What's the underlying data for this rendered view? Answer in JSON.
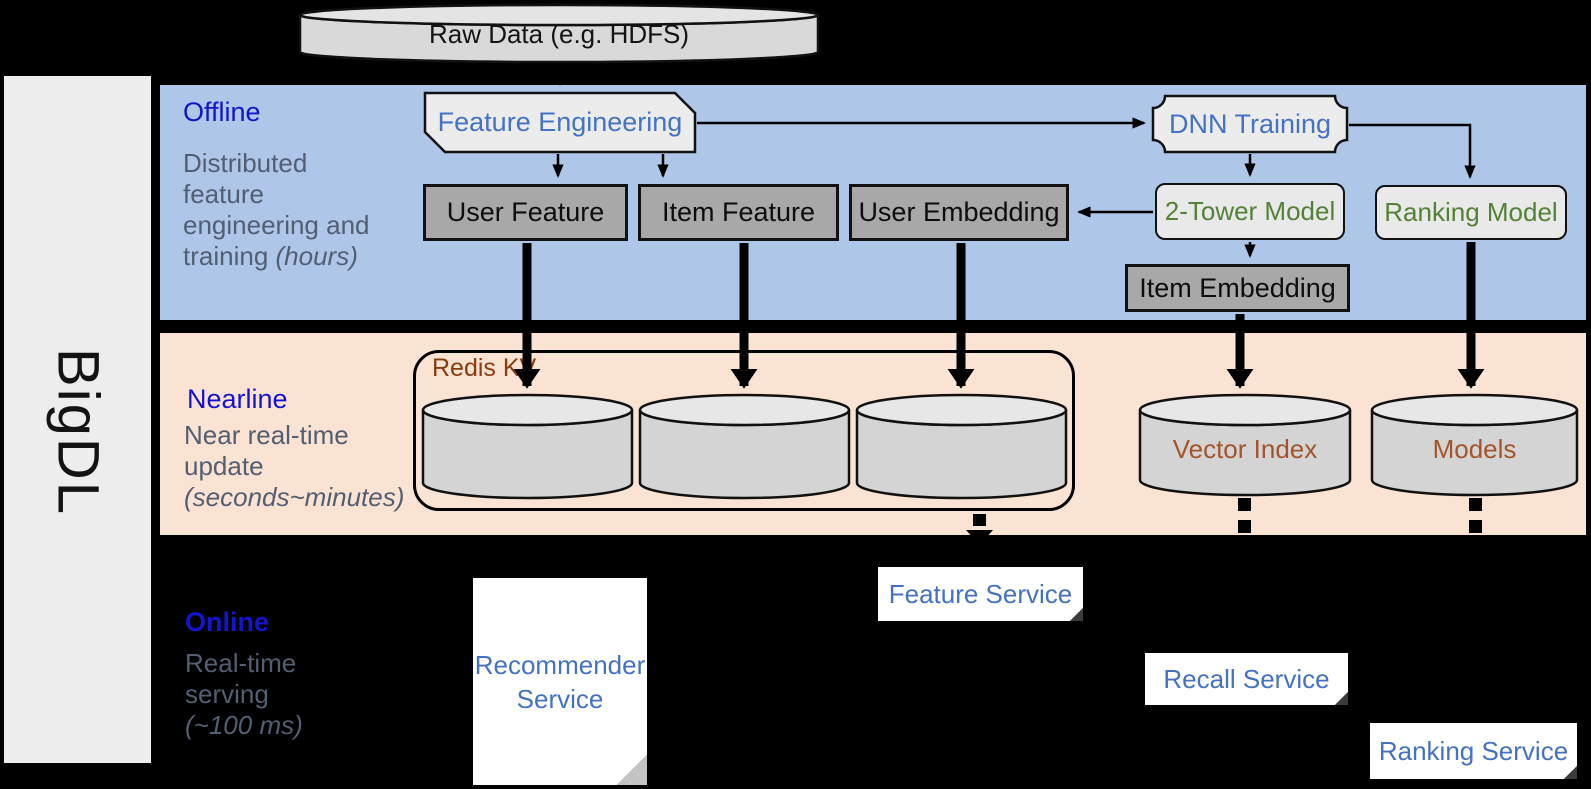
{
  "brand": "BigDL",
  "raw_data_label": "Raw Data (e.g. HDFS)",
  "sections": {
    "offline": {
      "title": "Offline",
      "desc_lines": [
        "Distributed",
        "feature",
        "engineering and",
        "training"
      ],
      "duration": "(hours)"
    },
    "nearline": {
      "title": "Nearline",
      "desc_lines": [
        "Near real-time",
        "update"
      ],
      "duration": "(seconds~minutes)"
    },
    "online": {
      "title": "Online",
      "desc_lines": [
        "Real-time",
        "serving"
      ],
      "duration": "(~100 ms)"
    }
  },
  "offline_nodes": {
    "feature_engineering": "Feature Engineering",
    "dnn_training": "DNN Training",
    "user_feature": "User Feature",
    "item_feature": "Item Feature",
    "user_embedding": "User Embedding",
    "two_tower_model": "2-Tower Model",
    "ranking_model": "Ranking Model",
    "item_embedding": "Item Embedding"
  },
  "nearline_nodes": {
    "redis_kv": "Redis KV",
    "vector_index": "Vector Index",
    "models": "Models"
  },
  "online_nodes": {
    "recommender_service": "Recommender Service",
    "feature_service": "Feature Service",
    "recall_service": "Recall Service",
    "ranking_service": "Ranking Service"
  },
  "colors": {
    "band_blue": "#aec6e8",
    "band_orange": "#fbe3d3",
    "bar_gray": "#ededed",
    "node_light": "#ececec",
    "node_gray": "#a8a8a8",
    "label_blue": "#4472c4",
    "label_green": "#538135",
    "label_brown_dark": "#8a3c10",
    "label_brown": "#a3542a",
    "section_title_blue": "#1414cf",
    "section_text_gray": "#525e72"
  }
}
